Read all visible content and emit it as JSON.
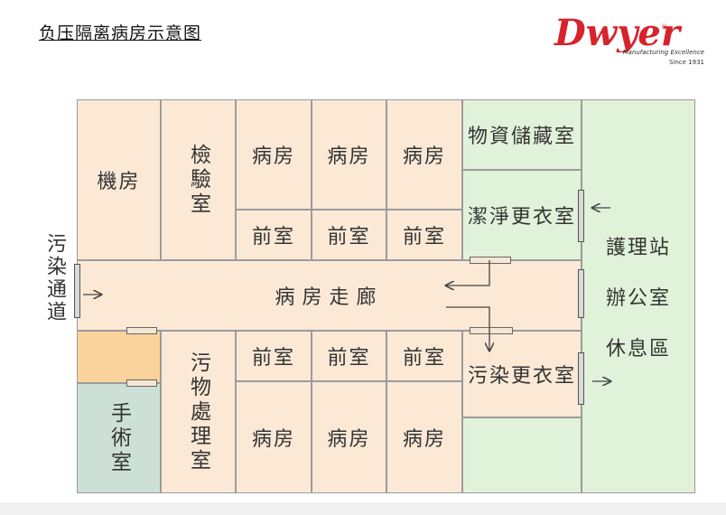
{
  "title": "负压隔离病房示意图",
  "logo": {
    "brand": "Dwyer",
    "tagline": "Manufacturing Excellence",
    "since": "Since 1931",
    "brand_color": "#d7232b"
  },
  "rooms": {
    "machine_room": "機房",
    "lab": "檢驗室",
    "ward_1": "病房",
    "ward_2": "病房",
    "ward_3": "病房",
    "anteroom_1": "前室",
    "anteroom_2": "前室",
    "anteroom_3": "前室",
    "storage": "物資儲藏室",
    "clean_locker": "潔淨更衣室",
    "nurse_station": [
      "護理站",
      "辦公室",
      "休息區"
    ],
    "corridor": "病房走廊",
    "contaminated_passage": "污染通道",
    "anteroom_4": "前室",
    "anteroom_5": "前室",
    "anteroom_6": "前室",
    "ward_4": "病房",
    "ward_5": "病房",
    "ward_6": "病房",
    "dirty_disposal": "污物處理室",
    "surgery": "手術室",
    "dirty_locker": "污染更衣室"
  },
  "colors": {
    "ward_fill": "#fbe9d6",
    "clean_fill": "#e0f2d9",
    "surgery_fill": "#cde0d6",
    "buffer_fill": "#f9d39b"
  }
}
